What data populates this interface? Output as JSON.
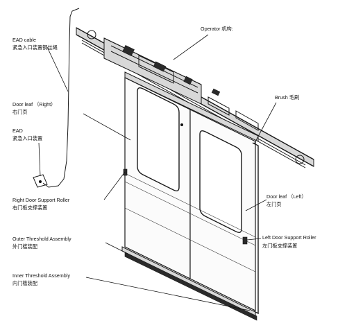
{
  "labels": {
    "ead_cable_en": "EAD cable",
    "ead_cable_zh": "紧急入口装置钢丝绳",
    "operator": "Operator 机构:",
    "brush": "Brush 毛刷",
    "door_leaf_right_en": "Door leaf （Right）",
    "door_leaf_right_zh": "右门页",
    "ead_en": "EAD",
    "ead_zh": "紧急入口装置",
    "door_leaf_left_en": "Door leaf （Left）",
    "door_leaf_left_zh": "左门页",
    "right_roller_en": "Right Door Support Roller",
    "right_roller_zh": "右门板支撑装置",
    "left_roller_en": "Left Door Support Roller",
    "left_roller_zh": "左门板支撑装置",
    "outer_threshold_en": "Outer Threshold Assembly",
    "outer_threshold_zh": "外门槛装配",
    "inner_threshold_en": "Inner Threshold Assembly",
    "inner_threshold_zh": "内门槛装配"
  }
}
